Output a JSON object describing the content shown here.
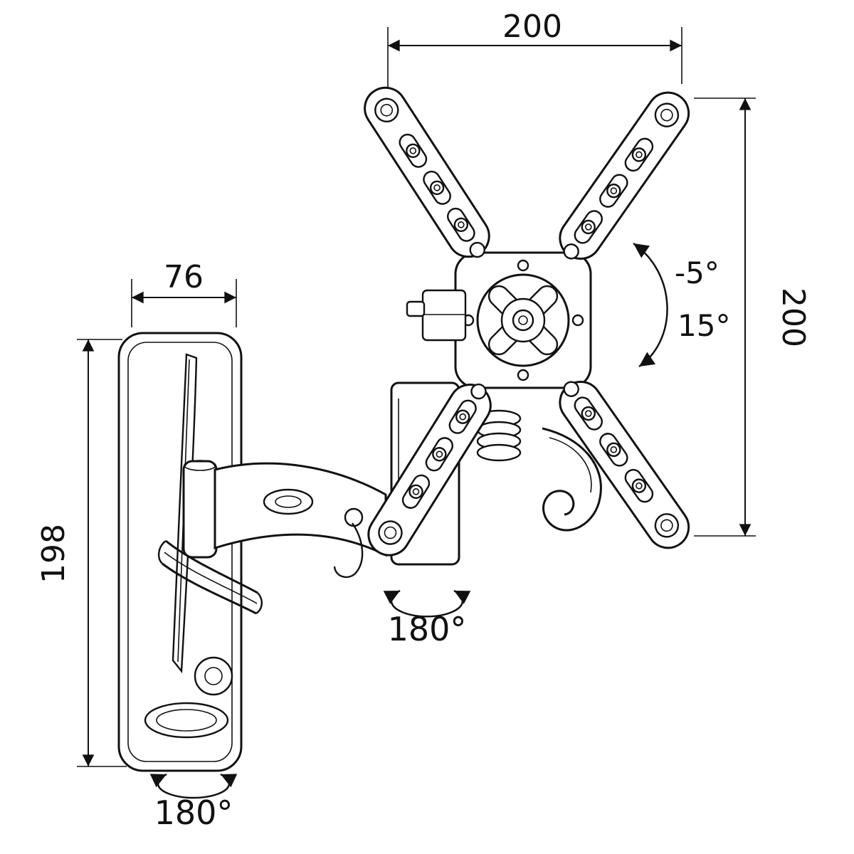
{
  "diagram": {
    "type": "technical-drawing",
    "subject": "Articulating TV wall-mount bracket with VESA plate, dimensional drawing",
    "colors": {
      "line": "#111111",
      "background": "#ffffff"
    }
  },
  "labels": {
    "dim_vesa_width": "200",
    "dim_vesa_height": "200",
    "dim_plate_depth": "76",
    "dim_plate_height": "198",
    "tilt_up": "-5°",
    "tilt_down": "15°",
    "swivel_joint": "180°",
    "swivel_base": "180°"
  }
}
